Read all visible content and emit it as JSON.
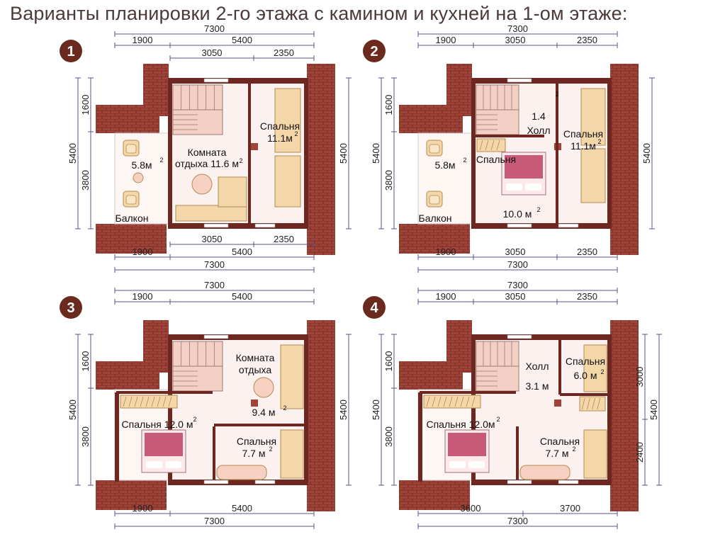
{
  "title": "Варианты планировки 2-го этажа с камином и кухней на 1-ом этаже:",
  "plans": [
    {
      "number": "1",
      "top_dims": [
        "7300",
        "1900",
        "5400",
        "3050",
        "2350"
      ],
      "bottom_dims": [
        "1900",
        "3050",
        "5400",
        "2350",
        "7300"
      ],
      "left_dims": [
        "1600",
        "5400",
        "3800"
      ],
      "right_dims": [
        "5400"
      ],
      "rooms": [
        {
          "name": "Балкон",
          "area": "5.8м",
          "sup": "2"
        },
        {
          "name": "Комната",
          "name2": "отдыха",
          "area": "11.6 м",
          "sup": "2"
        },
        {
          "name": "Спальня",
          "area": "11.1м",
          "sup": "2"
        }
      ]
    },
    {
      "number": "2",
      "top_dims": [
        "7300",
        "1900",
        "3050",
        "2350"
      ],
      "bottom_dims": [
        "1900",
        "3050",
        "2350",
        "7300"
      ],
      "left_dims": [
        "1600",
        "5400",
        "3800"
      ],
      "right_dims": [
        "5400"
      ],
      "small_label": "2",
      "rooms": [
        {
          "name": "Балкон",
          "area": "5.8м",
          "sup": "2"
        },
        {
          "name": "Холл",
          "area": "1.4"
        },
        {
          "name": "Спальня",
          "area": "11.1м",
          "sup": "2"
        },
        {
          "name": "Спальня",
          "area": "10.0 м",
          "sup": "2"
        }
      ]
    },
    {
      "number": "3",
      "top_dims": [
        "7300",
        "1900",
        "5400"
      ],
      "bottom_dims": [
        "1900",
        "5400",
        "7300"
      ],
      "left_dims": [
        "1600",
        "5400",
        "3800"
      ],
      "right_dims": [
        "5400"
      ],
      "rooms": [
        {
          "name": "Комната",
          "name2": "отдыха",
          "area": "9.4 м",
          "sup": "2"
        },
        {
          "name": "Спальня 12.0 м",
          "sup": "2"
        },
        {
          "name": "Спальня",
          "area": "7.7 м",
          "sup": "2"
        }
      ]
    },
    {
      "number": "4",
      "top_dims": [
        "7300",
        "1900",
        "3050",
        "2350"
      ],
      "bottom_dims": [
        "3600",
        "3700",
        "7300"
      ],
      "left_dims": [
        "1600",
        "5400",
        "3800"
      ],
      "right_dims": [
        "3000",
        "5400",
        "2400"
      ],
      "rooms": [
        {
          "name": "Холл",
          "area": "3.1 м"
        },
        {
          "name": "Спальня",
          "area": "6.0 м",
          "sup": "2"
        },
        {
          "name": "Спальня 12.0м",
          "sup": "2"
        },
        {
          "name": "Спальня",
          "area": "7.7 м",
          "sup": "2"
        }
      ]
    }
  ],
  "colors": {
    "brick": "#a0443a",
    "brick_dark": "#6e2620",
    "wall": "#f0ebea",
    "floor": "#fbf1ef",
    "stairs": "#f3cfc6",
    "furniture": "#f4d7a8",
    "bed": "#c95b7a",
    "dim_line": "#5b5288",
    "badge": "#6b2a1e"
  }
}
